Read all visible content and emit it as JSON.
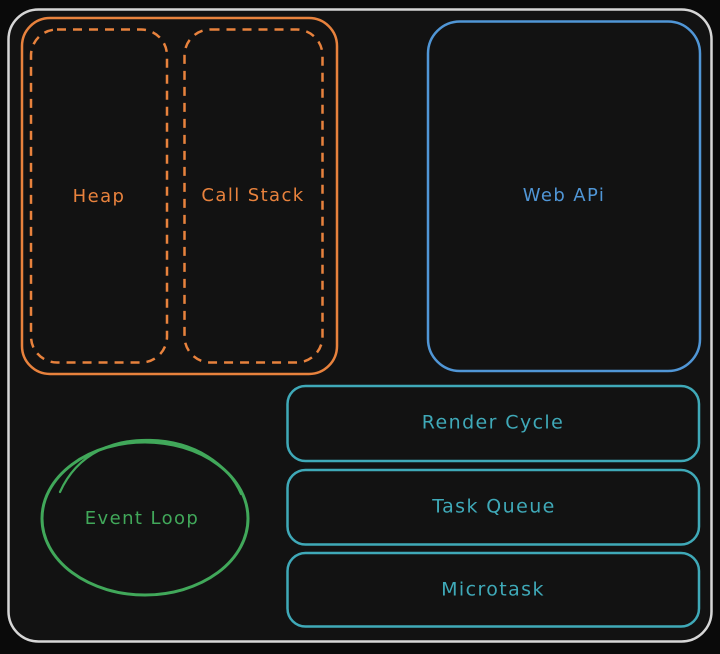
{
  "colors": {
    "background": "#0a0a0a",
    "panel": "#121212",
    "frame-stroke": "#d6d6d6",
    "orange": "#e8823d",
    "blue": "#5096d6",
    "teal": "#3fa9b8",
    "green": "#41a85a"
  },
  "diagram": {
    "heap": {
      "label": "Heap"
    },
    "call_stack": {
      "label": "Call Stack"
    },
    "web_api": {
      "label": "Web APi"
    },
    "event_loop": {
      "label": "Event Loop"
    },
    "queues": [
      {
        "label": "Render Cycle"
      },
      {
        "label": "Task Queue"
      },
      {
        "label": "Microtask"
      }
    ]
  }
}
